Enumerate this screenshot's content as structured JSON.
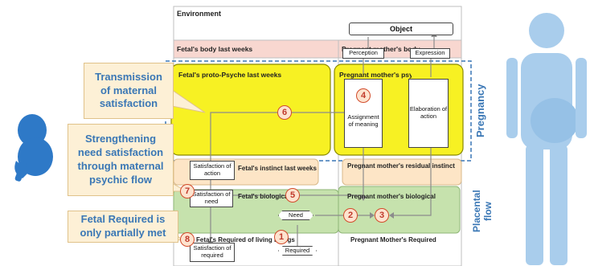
{
  "environment_label": "Environment",
  "object_label": "Object",
  "fetal_body_label": "Fetal's  body last weeks",
  "mother_body_label": "Pregnant mother's body",
  "perception_label": "Perception",
  "expression_label": "Expression",
  "fetal_psyche_label": "Fetal's proto-Psyche last weeks",
  "mother_psyche_label": "Pregnant mother's psyche",
  "assignment_label": "Assignment of meaning",
  "elaboration_label": "Elaboration of action",
  "fetal_instinct_label": "Fetal's instinct last weeks",
  "mother_instinct_label": "Pregnant mother's residual instinct",
  "satisfaction_action_label": "Satisfaction of action",
  "satisfaction_need_label": "Satisfaction of need",
  "fetal_biological_label": "Fetal's biological",
  "mother_biological_label": "Pregnant mother's biological",
  "need_label": "Need",
  "fetal_required_label": "Fetal's Required of living beings",
  "satisfaction_required_label": "Satisfaction of required",
  "required_label": "Required",
  "mother_required_label": "Pregnant Mother's Required",
  "pregnancy_label": "Pregnancy",
  "placental_flow_label": "Placental flow",
  "callouts": {
    "transmission": "Transmission of maternal satisfaction",
    "strengthening": "Strengthening need satisfaction through maternal psychic flow",
    "partially": "Fetal Required is only partially met"
  },
  "numbers": [
    "1",
    "2",
    "3",
    "4",
    "5",
    "6",
    "7",
    "8"
  ],
  "colors": {
    "yellow": "#f7f123",
    "peach": "#fde5c6",
    "pink": "#f8d7d0",
    "green": "#c6e2ad",
    "blue_text": "#3a77b5",
    "silhouette": "#a9cdec",
    "fetus": "#2e79c7"
  }
}
